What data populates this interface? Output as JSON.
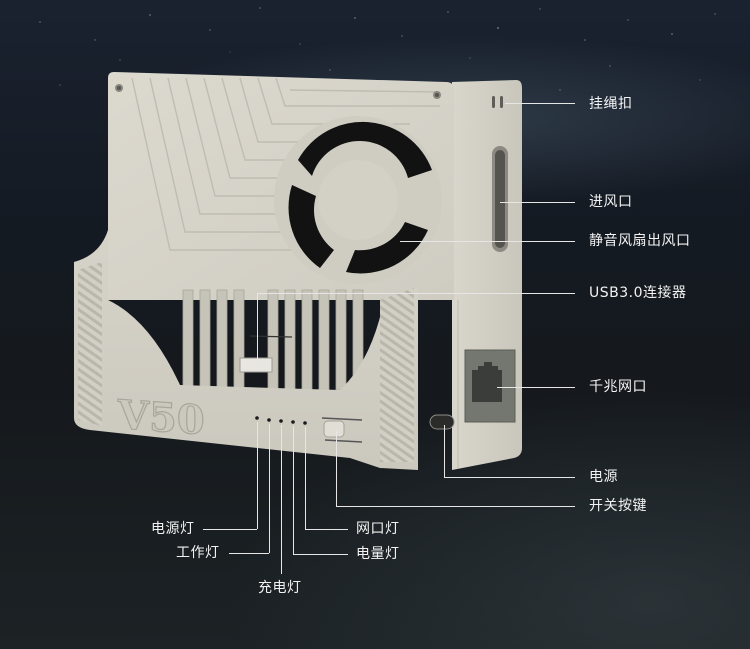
{
  "product": {
    "model_mark": "V50",
    "colors": {
      "background": "#151a20",
      "shell": "#d8d5cb",
      "shell_shadow": "#b9b6ac",
      "fan_dark": "#111111",
      "port_gray": "#6e716f",
      "callout_text": "#f2f2f2",
      "callout_line": "#e6e6e6"
    }
  },
  "callouts": {
    "right": [
      {
        "id": "lanyard",
        "label": "挂绳扣"
      },
      {
        "id": "air_inlet",
        "label": "进风口"
      },
      {
        "id": "fan_outlet",
        "label": "静音风扇出风口"
      },
      {
        "id": "usb_connector",
        "label": "USB3.0连接器"
      },
      {
        "id": "gigabit_port",
        "label": "千兆网口"
      },
      {
        "id": "power",
        "label": "电源"
      },
      {
        "id": "switch_button",
        "label": "开关按键"
      }
    ],
    "bottom": [
      {
        "id": "power_led",
        "label": "电源灯"
      },
      {
        "id": "work_led",
        "label": "工作灯"
      },
      {
        "id": "charge_led",
        "label": "充电灯"
      },
      {
        "id": "network_led",
        "label": "网口灯"
      },
      {
        "id": "battery_led",
        "label": "电量灯"
      }
    ]
  }
}
